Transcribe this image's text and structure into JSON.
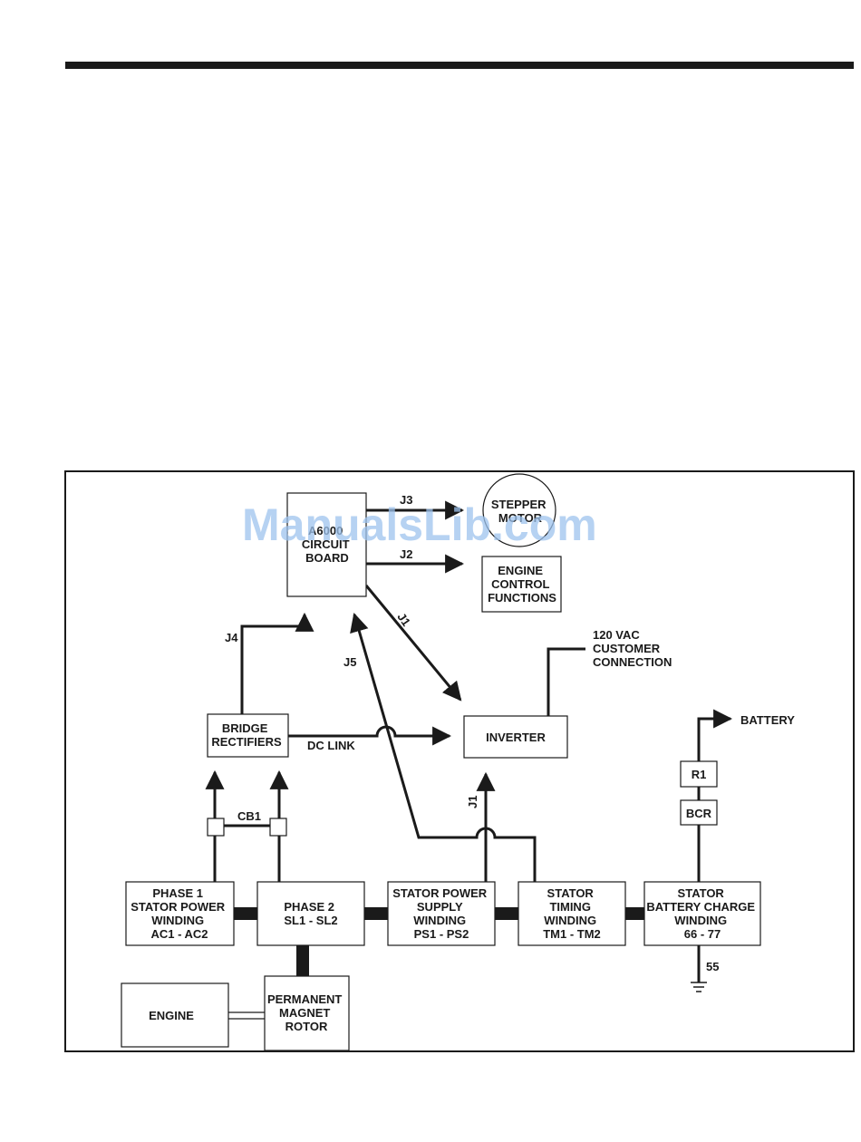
{
  "diagram": {
    "boxes": {
      "circuit_board": [
        "A6000",
        "CIRCUIT",
        "BOARD"
      ],
      "stepper_motor": [
        "STEPPER",
        "MOTOR"
      ],
      "engine_control": [
        "ENGINE",
        "CONTROL",
        "FUNCTIONS"
      ],
      "bridge_rectifiers": [
        "BRIDGE",
        "RECTIFIERS"
      ],
      "inverter": [
        "INVERTER"
      ],
      "phase1": [
        "PHASE 1",
        "STATOR POWER",
        "WINDING",
        "AC1 - AC2"
      ],
      "phase2": [
        "PHASE 2",
        "SL1 - SL2"
      ],
      "stator_power_supply": [
        "STATOR POWER",
        "SUPPLY",
        "WINDING",
        "PS1 - PS2"
      ],
      "stator_timing": [
        "STATOR",
        "TIMING",
        "WINDING",
        "TM1 - TM2"
      ],
      "stator_battery_charge": [
        "STATOR",
        "BATTERY CHARGE",
        "WINDING",
        "66 - 77"
      ],
      "engine": [
        "ENGINE"
      ],
      "pm_rotor": [
        "PERMANENT",
        "MAGNET",
        "ROTOR"
      ],
      "r1": [
        "R1"
      ],
      "bcr": [
        "BCR"
      ]
    },
    "labels": {
      "j3": "J3",
      "j2": "J2",
      "j1_diag": "J1",
      "j4": "J4",
      "j5": "J5",
      "j1_vert": "J1",
      "cb1": "CB1",
      "dc_link": "DC LINK",
      "customer": [
        "120 VAC",
        "CUSTOMER",
        "CONNECTION"
      ],
      "battery": "BATTERY",
      "ground": "55"
    },
    "watermark": "ManualsLib.com"
  }
}
